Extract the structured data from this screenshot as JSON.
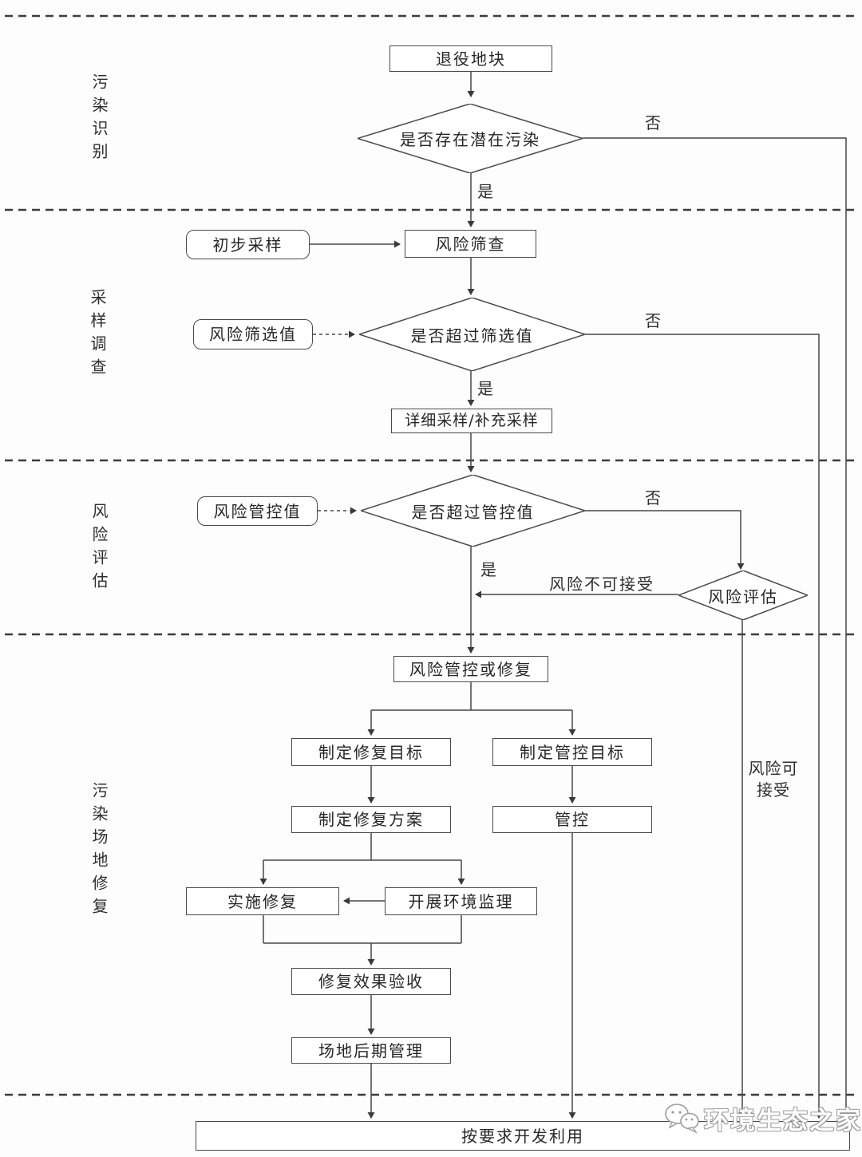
{
  "page": {
    "background": "#fdfdfd",
    "line_color": "#474747",
    "title_hint": "污染场地风险管控与修复流程图"
  },
  "sections": [
    {
      "id": "identification",
      "label": "污染识别"
    },
    {
      "id": "sampling-survey",
      "label": "采样调查"
    },
    {
      "id": "risk-assessment",
      "label": "风险评估"
    },
    {
      "id": "site-remediation",
      "label": "污染场地修复"
    }
  ],
  "nodes": {
    "retired_site": {
      "label": "退役地块",
      "type": "process"
    },
    "potential_pollution": {
      "label": "是否存在潜在污染",
      "type": "decision"
    },
    "initial_sampling": {
      "label": "初步采样",
      "type": "rounded"
    },
    "risk_screening": {
      "label": "风险筛查",
      "type": "process"
    },
    "screening_value": {
      "label": "风险筛选值",
      "type": "rounded"
    },
    "exceed_screening": {
      "label": "是否超过筛选值",
      "type": "decision"
    },
    "detailed_sampling": {
      "label": "详细采样/补充采样",
      "type": "process"
    },
    "control_value": {
      "label": "风险管控值",
      "type": "rounded"
    },
    "exceed_control": {
      "label": "是否超过管控值",
      "type": "decision"
    },
    "risk_assessment": {
      "label": "风险评估",
      "type": "decision"
    },
    "control_or_remediate": {
      "label": "风险管控或修复",
      "type": "process"
    },
    "remediation_target": {
      "label": "制定修复目标",
      "type": "process"
    },
    "control_target": {
      "label": "制定管控目标",
      "type": "process"
    },
    "remediation_plan": {
      "label": "制定修复方案",
      "type": "process"
    },
    "control": {
      "label": "管控",
      "type": "process"
    },
    "implement_remediation": {
      "label": "实施修复",
      "type": "process"
    },
    "environment_supervision": {
      "label": "开展环境监理",
      "type": "process"
    },
    "acceptance": {
      "label": "修复效果验收",
      "type": "process"
    },
    "post_management": {
      "label": "场地后期管理",
      "type": "process"
    },
    "develop_use": {
      "label": "按要求开发利用",
      "type": "process"
    }
  },
  "edge_labels": {
    "yes1": "是",
    "yes2": "是",
    "yes3": "是",
    "no1": "否",
    "no2": "否",
    "no3": "否",
    "risk_unacceptable": "风险不可接受",
    "risk_acceptable_line1": "风险可",
    "risk_acceptable_line2": "接受"
  },
  "watermark": {
    "text": "环境生态之家"
  }
}
